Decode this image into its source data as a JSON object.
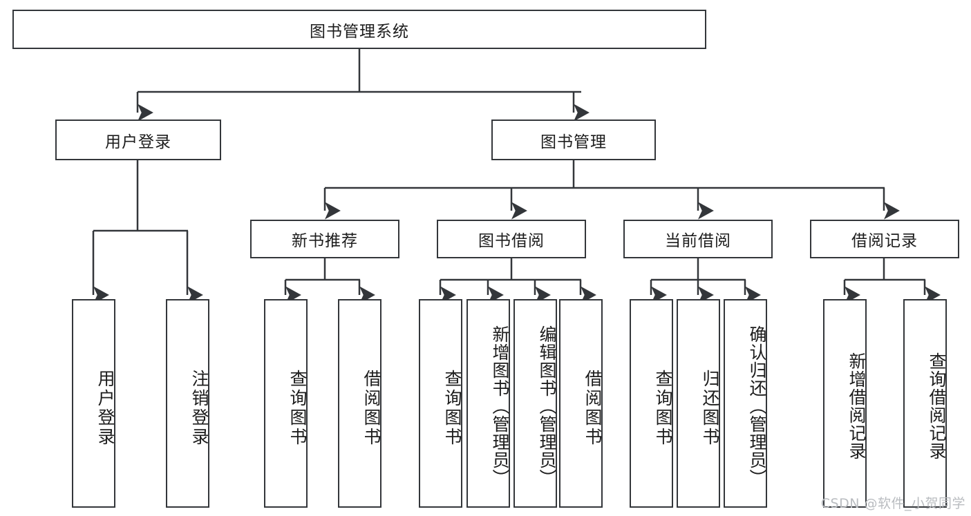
{
  "diagram": {
    "title": "图书管理系统",
    "type": "tree-hierarchy-chart",
    "root": {
      "id": "root",
      "label": "图书管理系统"
    },
    "level2": [
      {
        "id": "user-login",
        "label": "用户登录"
      },
      {
        "id": "book-manage",
        "label": "图书管理"
      }
    ],
    "level3": [
      {
        "id": "new-book-recommend",
        "label": "新书推荐",
        "parent": "book-manage"
      },
      {
        "id": "book-borrow",
        "label": "图书借阅",
        "parent": "book-manage"
      },
      {
        "id": "current-borrow",
        "label": "当前借阅",
        "parent": "book-manage"
      },
      {
        "id": "borrow-record",
        "label": "借阅记录",
        "parent": "book-manage"
      }
    ],
    "leaves": {
      "user_login": [
        {
          "id": "leaf-user-login",
          "label": "用户登录"
        },
        {
          "id": "leaf-user-logout",
          "label": "注销登录"
        }
      ],
      "new_book_recommend": [
        {
          "id": "leaf-query-book-1",
          "label": "查询图书"
        },
        {
          "id": "leaf-borrow-book-1",
          "label": "借阅图书"
        }
      ],
      "book_borrow": [
        {
          "id": "leaf-query-book-2",
          "label": "查询图书"
        },
        {
          "id": "leaf-add-book",
          "label": "新增图书（管理员）"
        },
        {
          "id": "leaf-edit-book",
          "label": "编辑图书（管理员）"
        },
        {
          "id": "leaf-borrow-book-2",
          "label": "借阅图书"
        }
      ],
      "current_borrow": [
        {
          "id": "leaf-query-book-3",
          "label": "查询图书"
        },
        {
          "id": "leaf-return-book",
          "label": "归还图书"
        },
        {
          "id": "leaf-confirm-return",
          "label": "确认归还（管理员）"
        }
      ],
      "borrow_record": [
        {
          "id": "leaf-add-record",
          "label": "新增借阅记录"
        },
        {
          "id": "leaf-query-record",
          "label": "查询借阅记录"
        }
      ]
    },
    "colors": {
      "stroke": "#33363a",
      "background": "#ffffff",
      "text": "#1c1c1c",
      "watermark": "#b9bcc0"
    }
  },
  "watermark": "CSDN @软件_小贺同学"
}
